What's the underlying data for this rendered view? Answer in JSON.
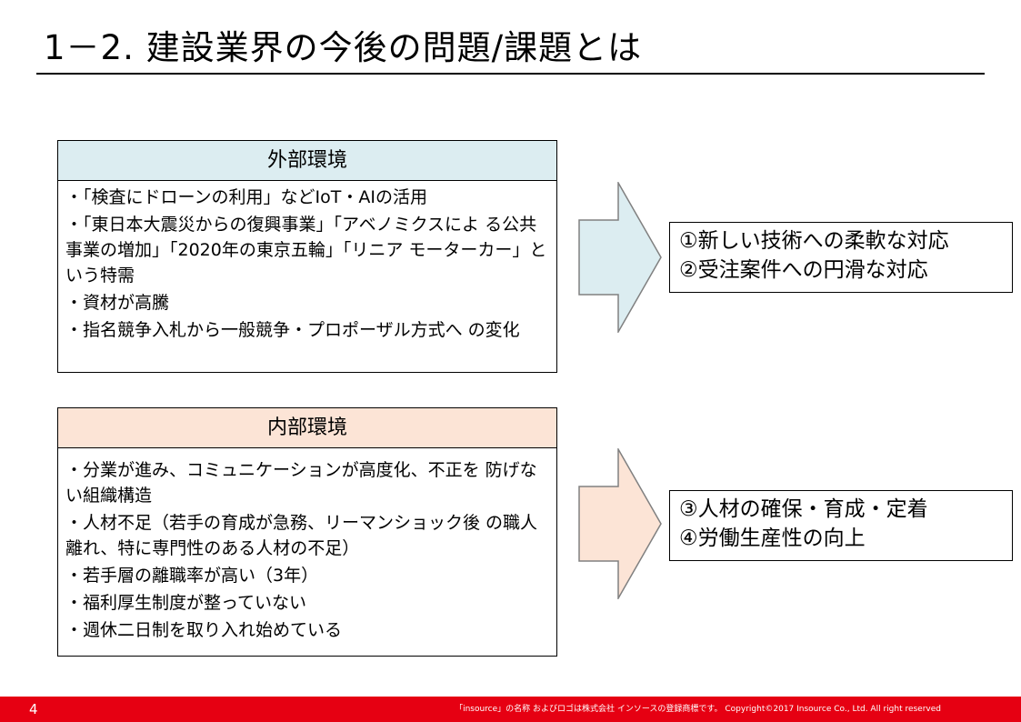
{
  "title": "1－2.  建設業界の今後の問題/課題とは",
  "external": {
    "heading": "外部環境",
    "items": [
      "・「検査にドローンの利用」などIoT・AIの活用",
      "・「東日本大震災からの復興事業」「アベノミクスによ る公共事業の増加」「2020年の東京五輪」「リニア モーターカー」という特需",
      "・資材が高騰",
      "・指名競争入札から一般競争・プロポーザル方式へ の変化"
    ]
  },
  "internal": {
    "heading": "内部環境",
    "items": [
      "・分業が進み、コミュニケーションが高度化、不正を 防げない組織構造",
      "・人材不足（若手の育成が急務、リーマンショック後 の職人離れ、特に専門性のある人材の不足）",
      "・若手層の離職率が高い（3年）",
      "・福利厚生制度が整っていない",
      "・週休二日制を取り入れ始めている"
    ]
  },
  "result_external": [
    "①新しい技術への柔軟な対応",
    "②受注案件への円滑な対応"
  ],
  "result_internal": [
    "③人材の確保・育成・定着",
    "④労働生産性の向上"
  ],
  "footer": {
    "page": "4",
    "copyright": "「insource」の名称 およびロゴは株式会社 インソースの登録商標です。 Copyright©2017 Insource Co., Ltd. All right reserved"
  },
  "colors": {
    "external_fill": "#dcedf1",
    "internal_fill": "#fce4d6",
    "footer_bar": "#e60012"
  }
}
